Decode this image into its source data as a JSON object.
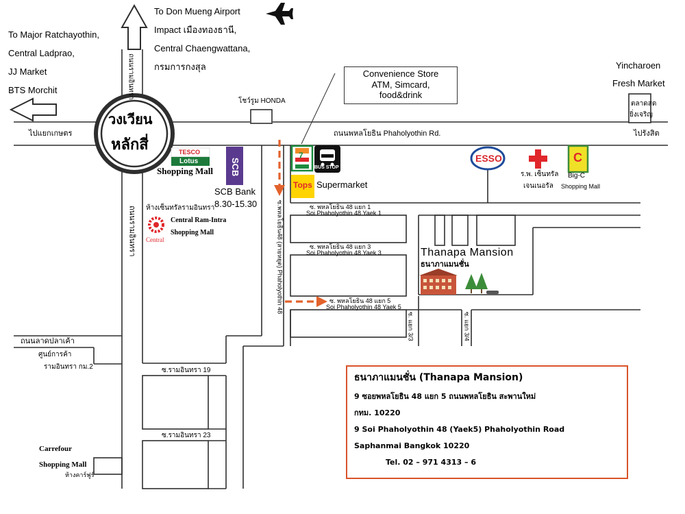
{
  "directions": {
    "north_to": "To  Don Mueng Airport",
    "north_line2": "Impact เมืองทองธานี,",
    "north_line3": "Central Chaengwattana,",
    "north_line4": "กรมการกงสุล",
    "west_line1": "To Major Ratchayothin,",
    "west_line2": "Central Ladprao,",
    "west_line3": "JJ Market",
    "west_line4": "BTS Morchit"
  },
  "roads": {
    "phaholyothin_main": "ถนนพหลโยธิน Phaholyothin Rd.",
    "to_kaset": "ไปแยกเกษตร",
    "to_rangsit": "ไปรังสิต",
    "ramintra_vertical_top": "ถนนรามอินทรา",
    "ramintra_vertical_bottom": "ถนนรามอินทรา",
    "lat_pla_khao": "ถนนลาดปลาเค้า",
    "soi_phaholyothin_48": "ซ.พหลโยธิน48 (สายหยุด) Phaholyothin 48",
    "soi_ramintra_19": "ซ.รามอินทรา 19",
    "soi_ramintra_23": "ซ.รามอินทรา 23",
    "yaek1_th": "ซ. พหลโยธิน 48 แยก 1",
    "yaek1_en": "Soi Phaholyothin 48 Yaek 1",
    "yaek3_th": "ซ. พหลโยธิน 48 แยก 3",
    "yaek3_en": "Soi Phaholyothin 48 Yaek 3",
    "yaek5_th": "ซ. พหลโยธิน 48 แยก 5",
    "yaek5_en": "Soi Phaholyothin 48 Yaek 5",
    "yaek_3_3": "ซ. แยก 3/3",
    "yaek_3_4": "ซ. แยก 3/4"
  },
  "landmarks": {
    "circle_line1": "วงเวียน",
    "circle_line2": "หลักสี่",
    "honda": "โชว์รูม HONDA",
    "tesco_brand": "TESCO",
    "lotus_brand": "Lotus",
    "tesco_label": "Shopping Mall",
    "scb_logo": "SCB",
    "scb_name": "SCB Bank",
    "scb_hours": "8.30-15.30",
    "central_th": "ห้างเซ็นทรัลรามอินทรา",
    "central_en": "Central Ram-Intra",
    "central_sub": "Shopping Mall",
    "central_logo": "Central",
    "seven_eleven": "7",
    "bus_stop": "BUS STOP",
    "tops_logo": "Tops",
    "tops_label": "Supermarket",
    "esso": "ESSO",
    "hospital_line1": "ร.พ. เซ็นทรัล",
    "hospital_line2": "เจนเนอรัล",
    "bigc_logo": "C",
    "bigc_line1": "Big-C",
    "bigc_line2": "Shopping Mall",
    "market_en_1": "Yincharoen",
    "market_en_2": "Fresh Market",
    "market_th_1": "ตลาดสด",
    "market_th_2": "ยิ่งเจริญ",
    "mall_sign_1": "ศูนย์การค้า",
    "mall_sign_2": "รามอินทรา กม.2",
    "carrefour_1": "Carrefour",
    "carrefour_2": "Shopping Mall",
    "carrefour_th": "ห้างคาร์ฟูร์",
    "mansion_en": "Thanapa Mansion",
    "mansion_th": "ธนาภาแมนชั่น"
  },
  "convenience_store": {
    "line1": "Convenience Store",
    "line2": "ATM, Simcard,",
    "line3": "food&drink"
  },
  "info": {
    "title": "ธนาภาแมนชั่น (Thanapa  Mansion)",
    "addr_th_1": "9  ซอยพหลโยธิน  48  แยก 5 ถนนพหลโยธิน  สะพานใหม่",
    "addr_th_2": "กทม.  10220",
    "addr_en_1": "9  Soi Phaholyothin 48 (Yaek5)  Phaholyothin Road",
    "addr_en_2": "Saphanmai   Bangkok 10220",
    "tel": "Tel.  02 – 971 4313 – 6"
  },
  "icons": {
    "airplane": "airplane-icon",
    "phone": "telephone-icon",
    "cross": "hospital-cross-icon"
  },
  "colors": {
    "road": "#2e2e2e",
    "route_arrow": "#e2622c",
    "info_border": "#d9532a",
    "scb_purple": "#5a3a8f",
    "esso_red": "#d7262b",
    "esso_blue": "#1e4b9a",
    "tops_yellow": "#ffd400",
    "seven_green": "#1c8a3e",
    "seven_orange": "#f28c28",
    "central_red": "#e0272b",
    "tesco_red": "#d41f26",
    "lotus_green": "#1d7a3b",
    "mansion_brick": "#c8553a",
    "tree_green": "#3c8d3a"
  }
}
